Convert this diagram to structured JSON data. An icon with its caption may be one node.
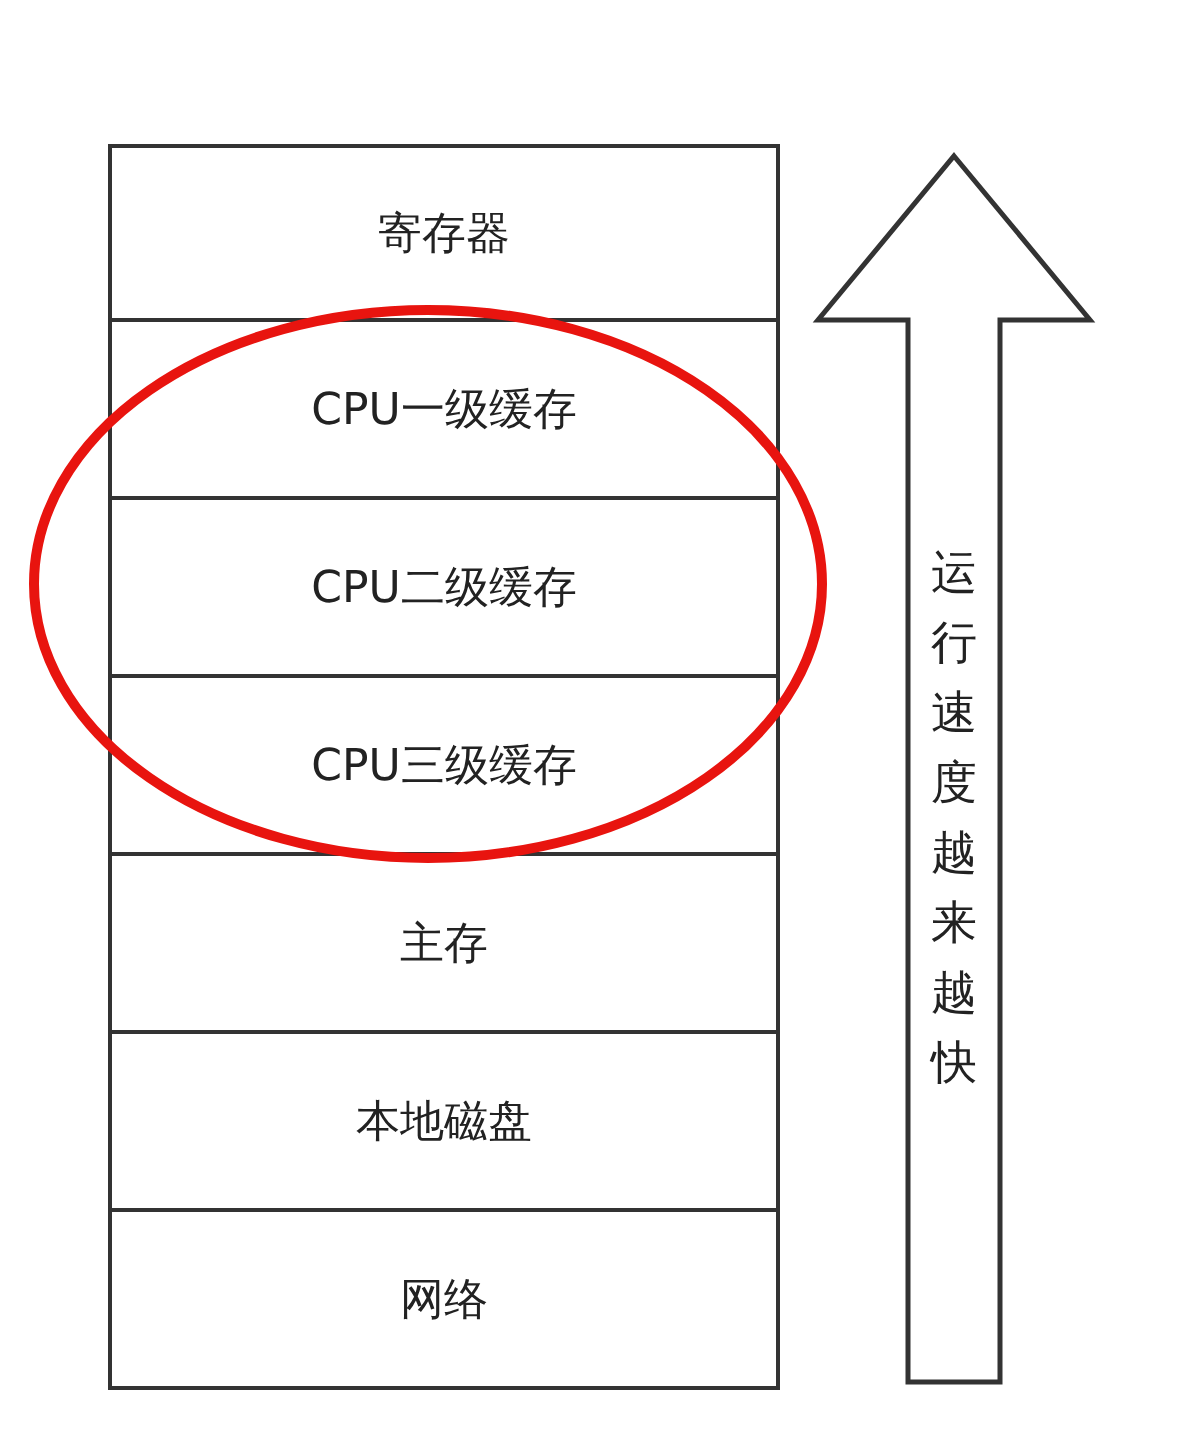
{
  "diagram": {
    "nodes": [
      {
        "text": [
          "寄存器"
        ]
      },
      {
        "text": [
          "CPU一级缓存"
        ]
      },
      {
        "text": [
          "CPU二级缓存"
        ]
      },
      {
        "text": [
          "CPU三级缓存"
        ]
      },
      {
        "text": [
          "主存"
        ]
      },
      {
        "text": [
          "本地磁盘"
        ]
      },
      {
        "text": [
          "网络"
        ]
      },
      {
        "text": [
          "运行速度越来越快"
        ]
      }
    ],
    "edges": []
  }
}
